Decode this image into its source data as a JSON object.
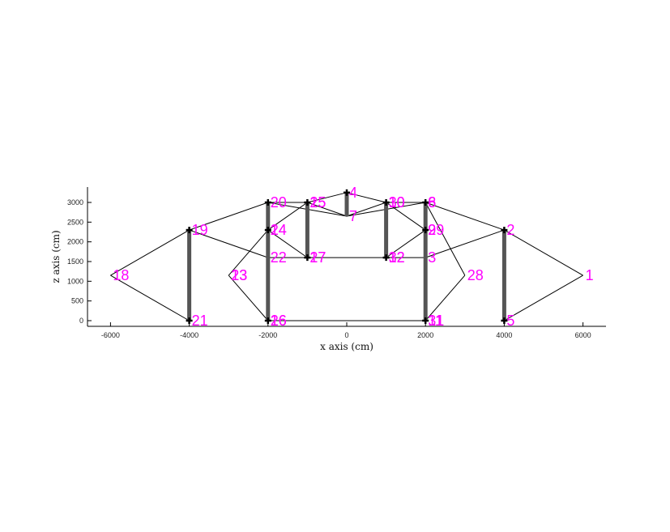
{
  "chart_data": {
    "type": "scatter",
    "title": "",
    "xlabel": "x axis (cm)",
    "ylabel": "z axis (cm)",
    "xlim": [
      -6500,
      6600
    ],
    "ylim": [
      -100,
      3350
    ],
    "xticks": [
      -6000,
      -4000,
      -2000,
      0,
      2000,
      4000,
      6000
    ],
    "yticks": [
      0,
      500,
      1000,
      1500,
      2000,
      2500,
      3000
    ],
    "xtick_labels": [
      "-6000",
      "-4000",
      "-2000",
      "0",
      "2000",
      "4000",
      "6000"
    ],
    "ytick_labels": [
      "0",
      "500",
      "1000",
      "1500",
      "2000",
      "2500",
      "3000"
    ],
    "grid": false,
    "colors": {
      "label": "#ff00ff",
      "member": "#000000",
      "thick_member": "#555555",
      "support": "#000000"
    },
    "nodes": [
      {
        "id": "1",
        "x": 6000,
        "z": 1150
      },
      {
        "id": "2",
        "x": 4000,
        "z": 2300
      },
      {
        "id": "3",
        "x": 2000,
        "z": 1600
      },
      {
        "id": "4",
        "x": 0,
        "z": 3250
      },
      {
        "id": "5",
        "x": 4000,
        "z": 0
      },
      {
        "id": "6",
        "x": 2000,
        "z": 3000
      },
      {
        "id": "7",
        "x": 0,
        "z": 2650
      },
      {
        "id": "8",
        "x": 2000,
        "z": 3000
      },
      {
        "id": "9",
        "x": 2000,
        "z": 2300
      },
      {
        "id": "10",
        "x": 1000,
        "z": 3000
      },
      {
        "id": "11",
        "x": 2000,
        "z": 0
      },
      {
        "id": "12",
        "x": 1000,
        "z": 1600
      },
      {
        "id": "13",
        "x": -3000,
        "z": 1150
      },
      {
        "id": "14",
        "x": -2000,
        "z": 2300
      },
      {
        "id": "15",
        "x": -1000,
        "z": 3000
      },
      {
        "id": "16",
        "x": -2000,
        "z": 0
      },
      {
        "id": "17",
        "x": -1000,
        "z": 1600
      },
      {
        "id": "18",
        "x": -6000,
        "z": 1150
      },
      {
        "id": "19",
        "x": -4000,
        "z": 2300
      },
      {
        "id": "20",
        "x": -2000,
        "z": 3000
      },
      {
        "id": "21",
        "x": -4000,
        "z": 0
      },
      {
        "id": "22",
        "x": -2000,
        "z": 1600
      },
      {
        "id": "23",
        "x": -3000,
        "z": 1150
      },
      {
        "id": "24",
        "x": -2000,
        "z": 2300
      },
      {
        "id": "25",
        "x": -1000,
        "z": 3000
      },
      {
        "id": "26",
        "x": -2000,
        "z": 0
      },
      {
        "id": "27",
        "x": -1000,
        "z": 1600
      },
      {
        "id": "28",
        "x": 3000,
        "z": 1150
      },
      {
        "id": "29",
        "x": 2000,
        "z": 2300
      },
      {
        "id": "30",
        "x": 1000,
        "z": 3000
      },
      {
        "id": "31",
        "x": 2000,
        "z": 0
      },
      {
        "id": "32",
        "x": 1000,
        "z": 1600
      }
    ],
    "members": [
      [
        "18",
        "19"
      ],
      [
        "18",
        "21"
      ],
      [
        "19",
        "20"
      ],
      [
        "19",
        "22"
      ],
      [
        "20",
        "15"
      ],
      [
        "15",
        "4"
      ],
      [
        "4",
        "10"
      ],
      [
        "10",
        "6"
      ],
      [
        "6",
        "2"
      ],
      [
        "2",
        "1"
      ],
      [
        "1",
        "5"
      ],
      [
        "2",
        "3"
      ],
      [
        "20",
        "7"
      ],
      [
        "7",
        "10"
      ],
      [
        "15",
        "7"
      ],
      [
        "7",
        "6"
      ],
      [
        "22",
        "27"
      ],
      [
        "27",
        "32"
      ],
      [
        "32",
        "3"
      ],
      [
        "24",
        "17"
      ],
      [
        "24",
        "15"
      ],
      [
        "9",
        "12"
      ],
      [
        "9",
        "10"
      ],
      [
        "8",
        "28"
      ],
      [
        "28",
        "11"
      ],
      [
        "23",
        "24"
      ],
      [
        "23",
        "26"
      ],
      [
        "26",
        "11"
      ]
    ],
    "thick_members": [
      [
        "19",
        "21"
      ],
      [
        "20",
        "26"
      ],
      [
        "15",
        "17"
      ],
      [
        "4",
        "7"
      ],
      [
        "10",
        "12"
      ],
      [
        "6",
        "11"
      ],
      [
        "2",
        "5"
      ]
    ],
    "supports": [
      "19",
      "21",
      "20",
      "24",
      "26",
      "15",
      "17",
      "4",
      "10",
      "12",
      "6",
      "9",
      "11",
      "2",
      "5"
    ]
  }
}
